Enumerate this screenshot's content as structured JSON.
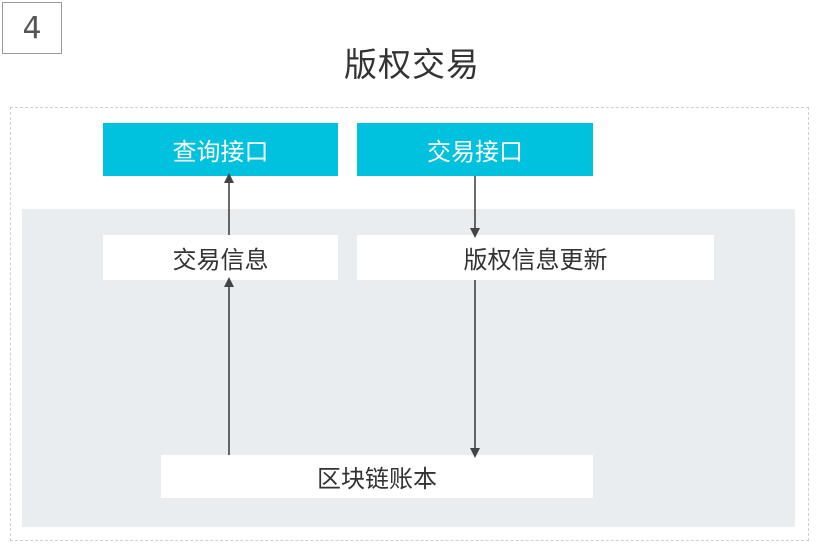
{
  "step_number": "4",
  "title": "版权交易",
  "interfaces": {
    "query": "查询接口",
    "trade": "交易接口"
  },
  "modules": {
    "trade_info": "交易信息",
    "copyright_update": "版权信息更新",
    "ledger": "区块链账本"
  },
  "colors": {
    "accent": "#00c1de",
    "panel": "#e9edf0",
    "arrow": "#444444"
  }
}
